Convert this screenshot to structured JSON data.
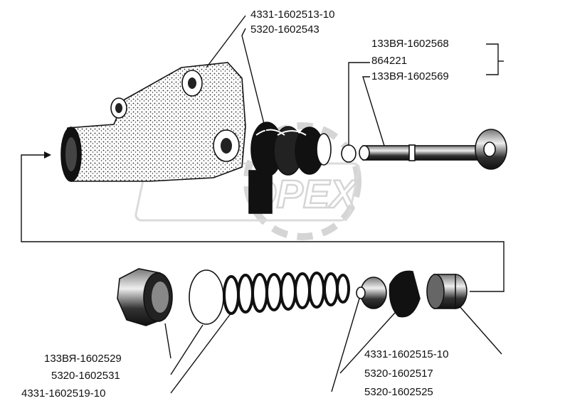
{
  "labels": {
    "l1": "4331-1602513-10",
    "l2": "5320-1602543",
    "l3": "133ВЯ-1602568",
    "l4": "864221",
    "l5": "133ВЯ-1602569",
    "l6": "133ВЯ-1602529",
    "l7": "5320-1602531",
    "l8": "4331-1602519-10",
    "l9": "4331-1602515-10",
    "l10": "5320-1602517",
    "l11": "5320-1602525"
  },
  "watermark": "OPEX"
}
